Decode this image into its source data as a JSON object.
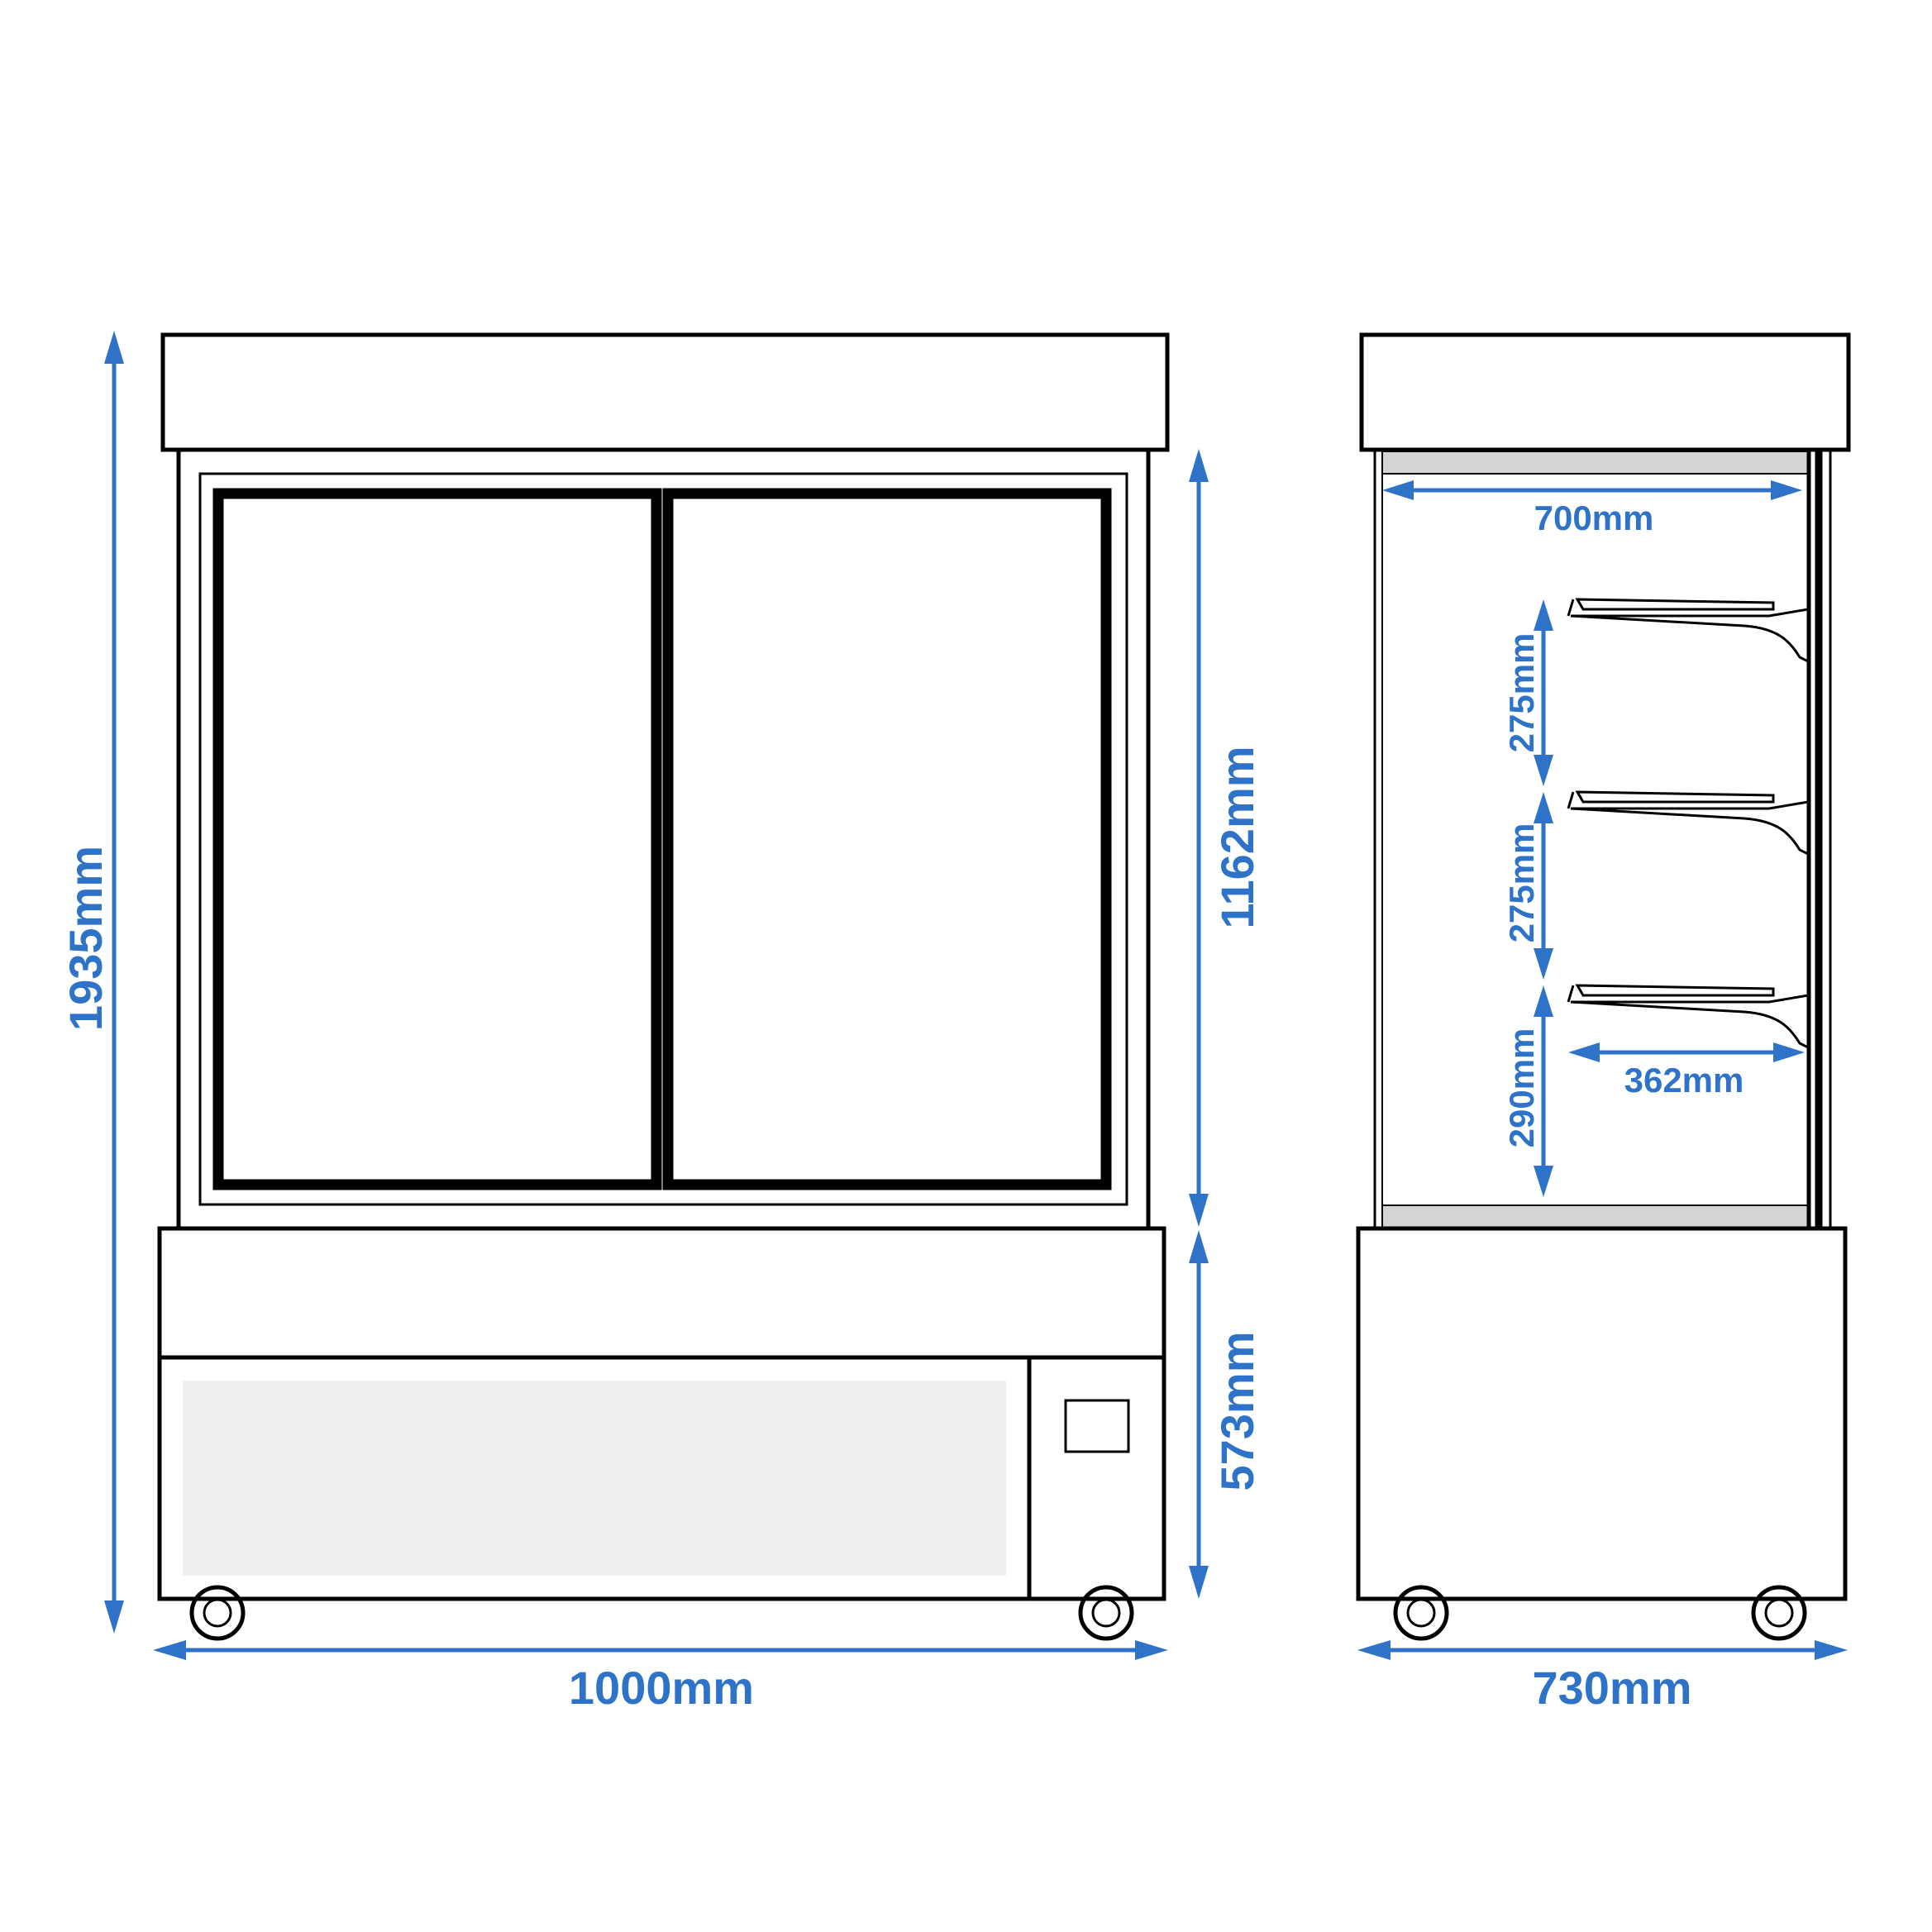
{
  "dimensions": {
    "total_height": "1935mm",
    "display_height": "1162mm",
    "base_height": "573mm",
    "front_width": "1000mm",
    "side_depth": "730mm",
    "inner_depth": "700mm",
    "shelf_spacing_top": "275mm",
    "shelf_spacing_middle": "275mm",
    "shelf_spacing_bottom": "290mm",
    "shelf_depth": "362mm"
  },
  "colors": {
    "dimension_blue": "#2f73c8",
    "outline": "#000000",
    "frame_grey": "#d4d4d4",
    "panel_light_grey": "#efefef"
  }
}
